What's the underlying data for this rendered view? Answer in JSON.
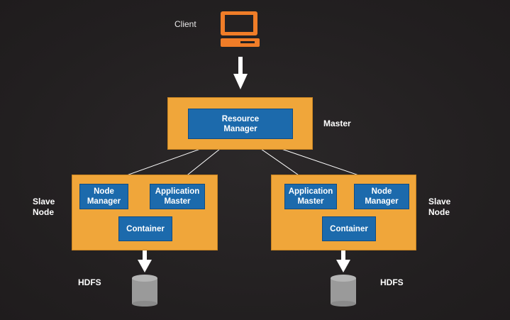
{
  "client": {
    "label": "Client",
    "icon": "laptop-icon"
  },
  "master": {
    "label": "Master",
    "resource_manager": "Resource\nManager"
  },
  "slave_left": {
    "label": "Slave\nNode",
    "node_manager": "Node\nManager",
    "application_master": "Application\nMaster",
    "container": "Container",
    "storage_label": "HDFS"
  },
  "slave_right": {
    "label": "Slave\nNode",
    "application_master": "Application\nMaster",
    "node_manager": "Node\nManager",
    "container": "Container",
    "storage_label": "HDFS"
  },
  "colors": {
    "background": "#242122",
    "node_fill": "#f0a63a",
    "component_fill": "#1c6aac",
    "client_icon": "#f07d28",
    "connector": "#ffffff",
    "storage": "#9a9a9a"
  }
}
